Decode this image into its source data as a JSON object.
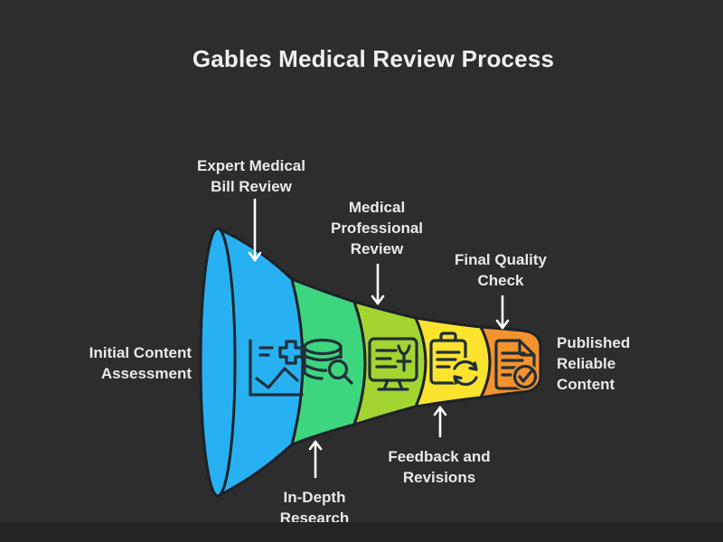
{
  "title": "Gables Medical Review Process",
  "palette": {
    "background": "#2d2d2d",
    "footer_strip": "#242424",
    "outline": "#1d2127",
    "arrow": "#ffffff",
    "label_text": "#e9e9e9"
  },
  "funnel": {
    "input_label": "Initial Content\nAssessment",
    "output_label": "Published\nReliable\nContent",
    "stages": [
      {
        "label": "Expert Medical\nBill Review",
        "color": "#27b1f2",
        "icon": "chart-plus-icon",
        "callout": "top"
      },
      {
        "label": "In-Depth\nResearch",
        "color": "#3dd57e",
        "icon": "database-search-icon",
        "callout": "bottom"
      },
      {
        "label": "Medical\nProfessional\nReview",
        "color": "#a3d531",
        "icon": "monitor-yen-icon",
        "callout": "top"
      },
      {
        "label": "Feedback and\nRevisions",
        "color": "#fce32e",
        "icon": "clipboard-refresh-icon",
        "callout": "bottom"
      },
      {
        "label": "Final Quality\nCheck",
        "color": "#f4922e",
        "icon": "document-check-icon",
        "callout": "top"
      }
    ]
  }
}
